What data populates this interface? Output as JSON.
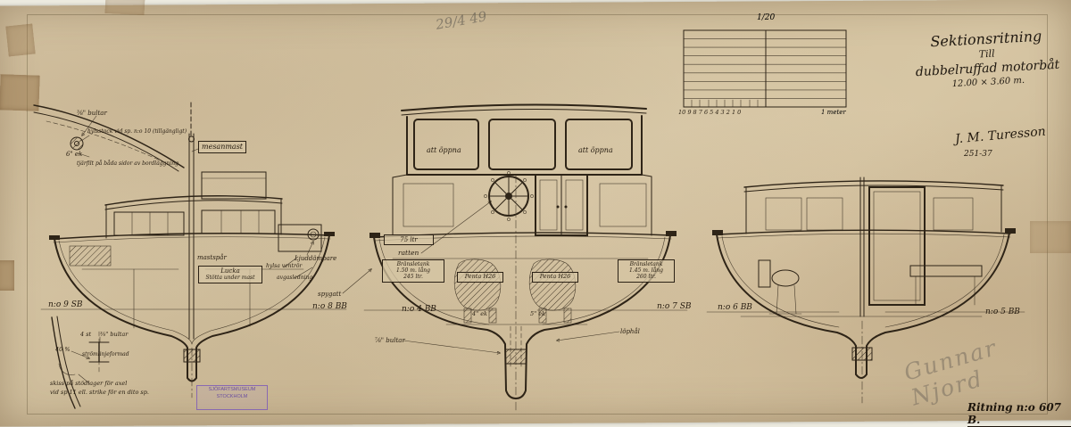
{
  "header": {
    "date_note": "29/4 49"
  },
  "scale_bar": {
    "ratio": "1/20",
    "ticks": "10 9 8 7 6 5 4 3 2 1 0",
    "unit": "1 meter"
  },
  "title_block": {
    "line1": "Sektionsritning",
    "line2": "Till",
    "line3": "dubbelruffad motorbåt",
    "line4": "12.00 × 3.60 m.",
    "signature": "J. M. Turesson",
    "ref": "251-37"
  },
  "detail_shaft": {
    "bolts": "⅜\" bultar",
    "sleeve": "hylsstock vid sp. n:o 10 (tillgängligt)",
    "oak": "6\" ek",
    "felt": "tjärfilt på båda sidor av bordläggning"
  },
  "section_aft": {
    "mast": "mesanmast",
    "mast_step": "mastspår",
    "hatch": "Lucka",
    "support": "Stötta under mast",
    "vent": "hylsa ventrör",
    "exhaust": "avgasledning",
    "muffler": "Ljuddämpare",
    "scupper": "spygatt",
    "frame_left": "n:o 9 SB",
    "frame_right": "n:o 8 BB"
  },
  "section_mid": {
    "open_left": "att öppna",
    "open_right": "att öppna",
    "small_tank": "75 ltr",
    "wheel": "ratten",
    "tank_left": [
      "Bränsletank",
      "1.50 m. lång",
      "245 ltr."
    ],
    "tank_right": [
      "Bränsletank",
      "1.45 m. lång",
      "260 ltr."
    ],
    "engine_left": "Penta H26",
    "engine_right": "Penta H26",
    "keel_oak_left": "4\" ek",
    "keel_oak_right": "5\" ek",
    "bolts": "⅞\" bultar",
    "limber": "löphål",
    "frame_left": "n:o 4 BB",
    "frame_right": "n:o 7 SB"
  },
  "section_fwd": {
    "frame_left": "n:o 6 BB",
    "frame_right": "n:o 5 BB"
  },
  "detail_bearing": {
    "count": "4 st",
    "bolts": "⅜\" bultar",
    "pct": "40 %",
    "streamlined": "strömlinjeformad",
    "caption1": "skiss på stödlager för axel",
    "caption2": "vid sp 11 ell. strike för en dito sp."
  },
  "stamp": {
    "line1": "SJÖFARTSMUSEUM",
    "line2": "STOCKHOLM"
  },
  "footer": {
    "drawing_number": "Ritning n:o 607 B.",
    "pencil_signature": "Gunnar Njord"
  }
}
